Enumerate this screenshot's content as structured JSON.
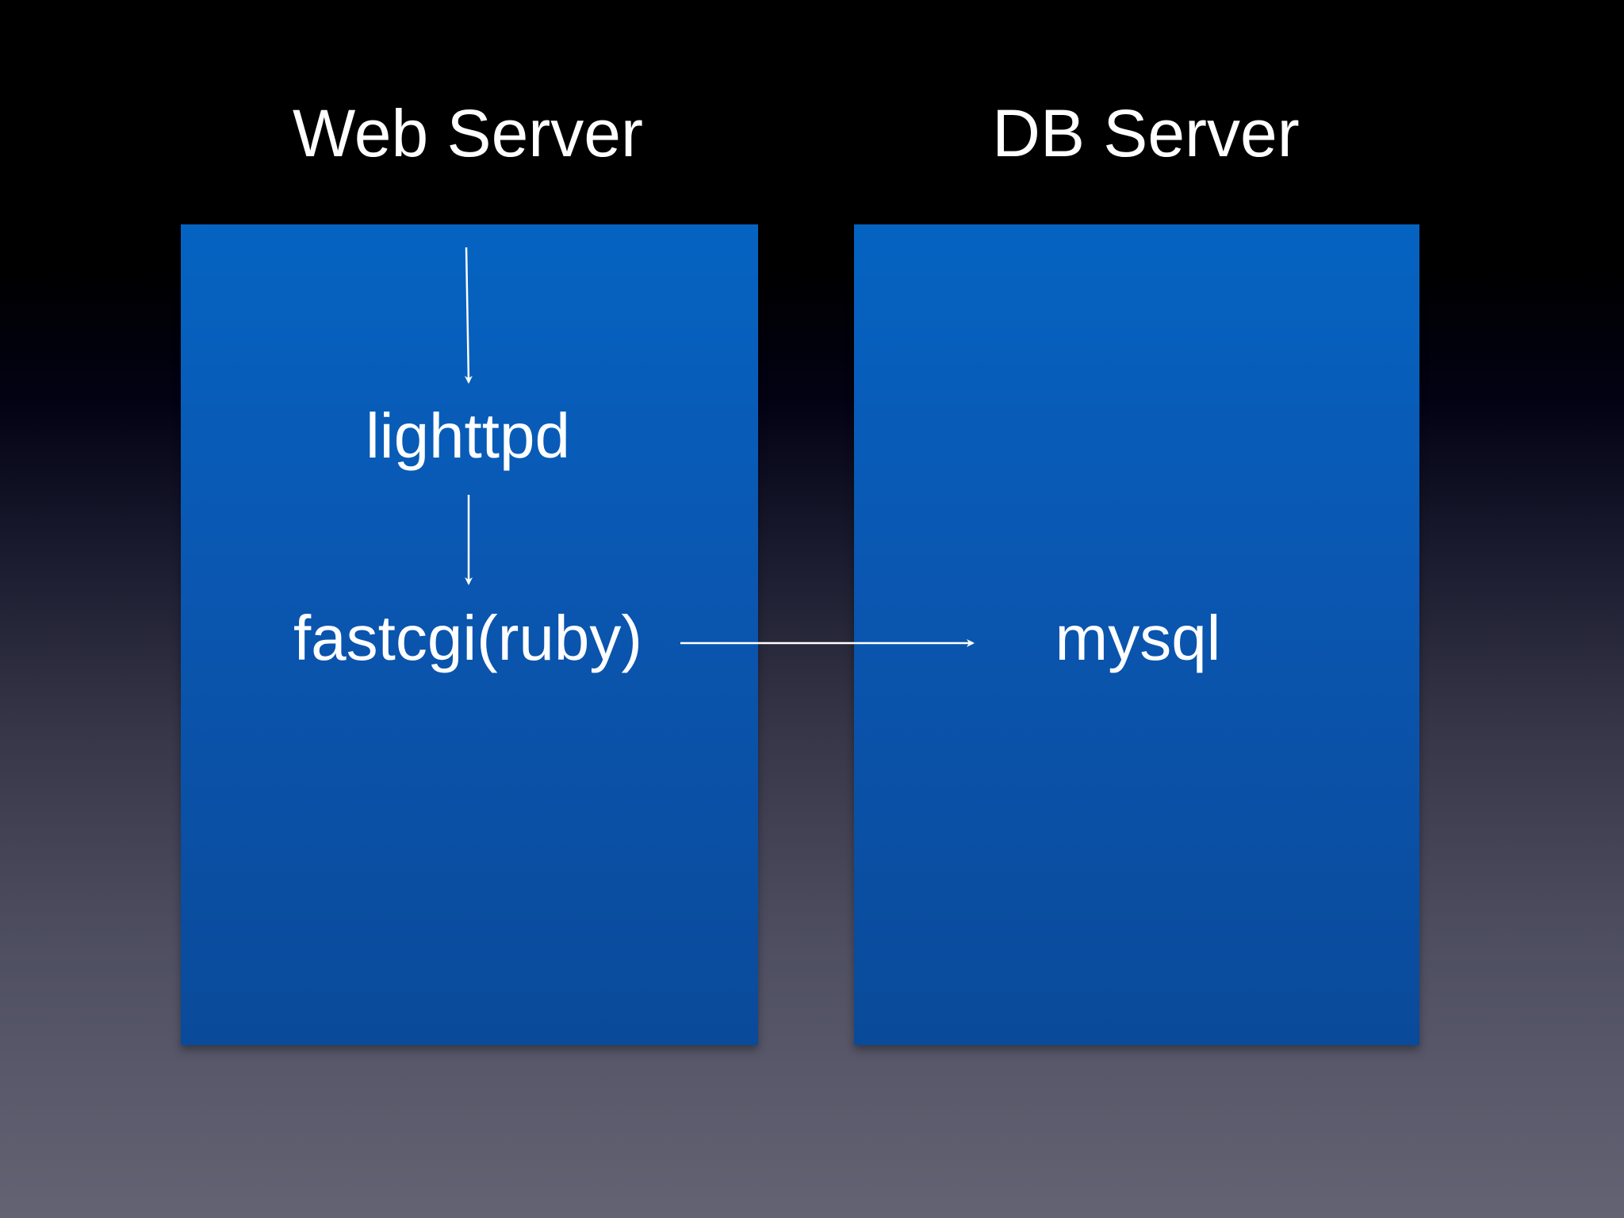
{
  "columns": {
    "web": {
      "title": "Web Server"
    },
    "db": {
      "title": "DB Server"
    }
  },
  "nodes": {
    "lighttpd": "lighttpd",
    "fastcgi": "fastcgi(ruby)",
    "mysql": "mysql"
  },
  "colors": {
    "panel": "#0563c1",
    "text": "#ffffff",
    "arrow": "#ffffff"
  }
}
